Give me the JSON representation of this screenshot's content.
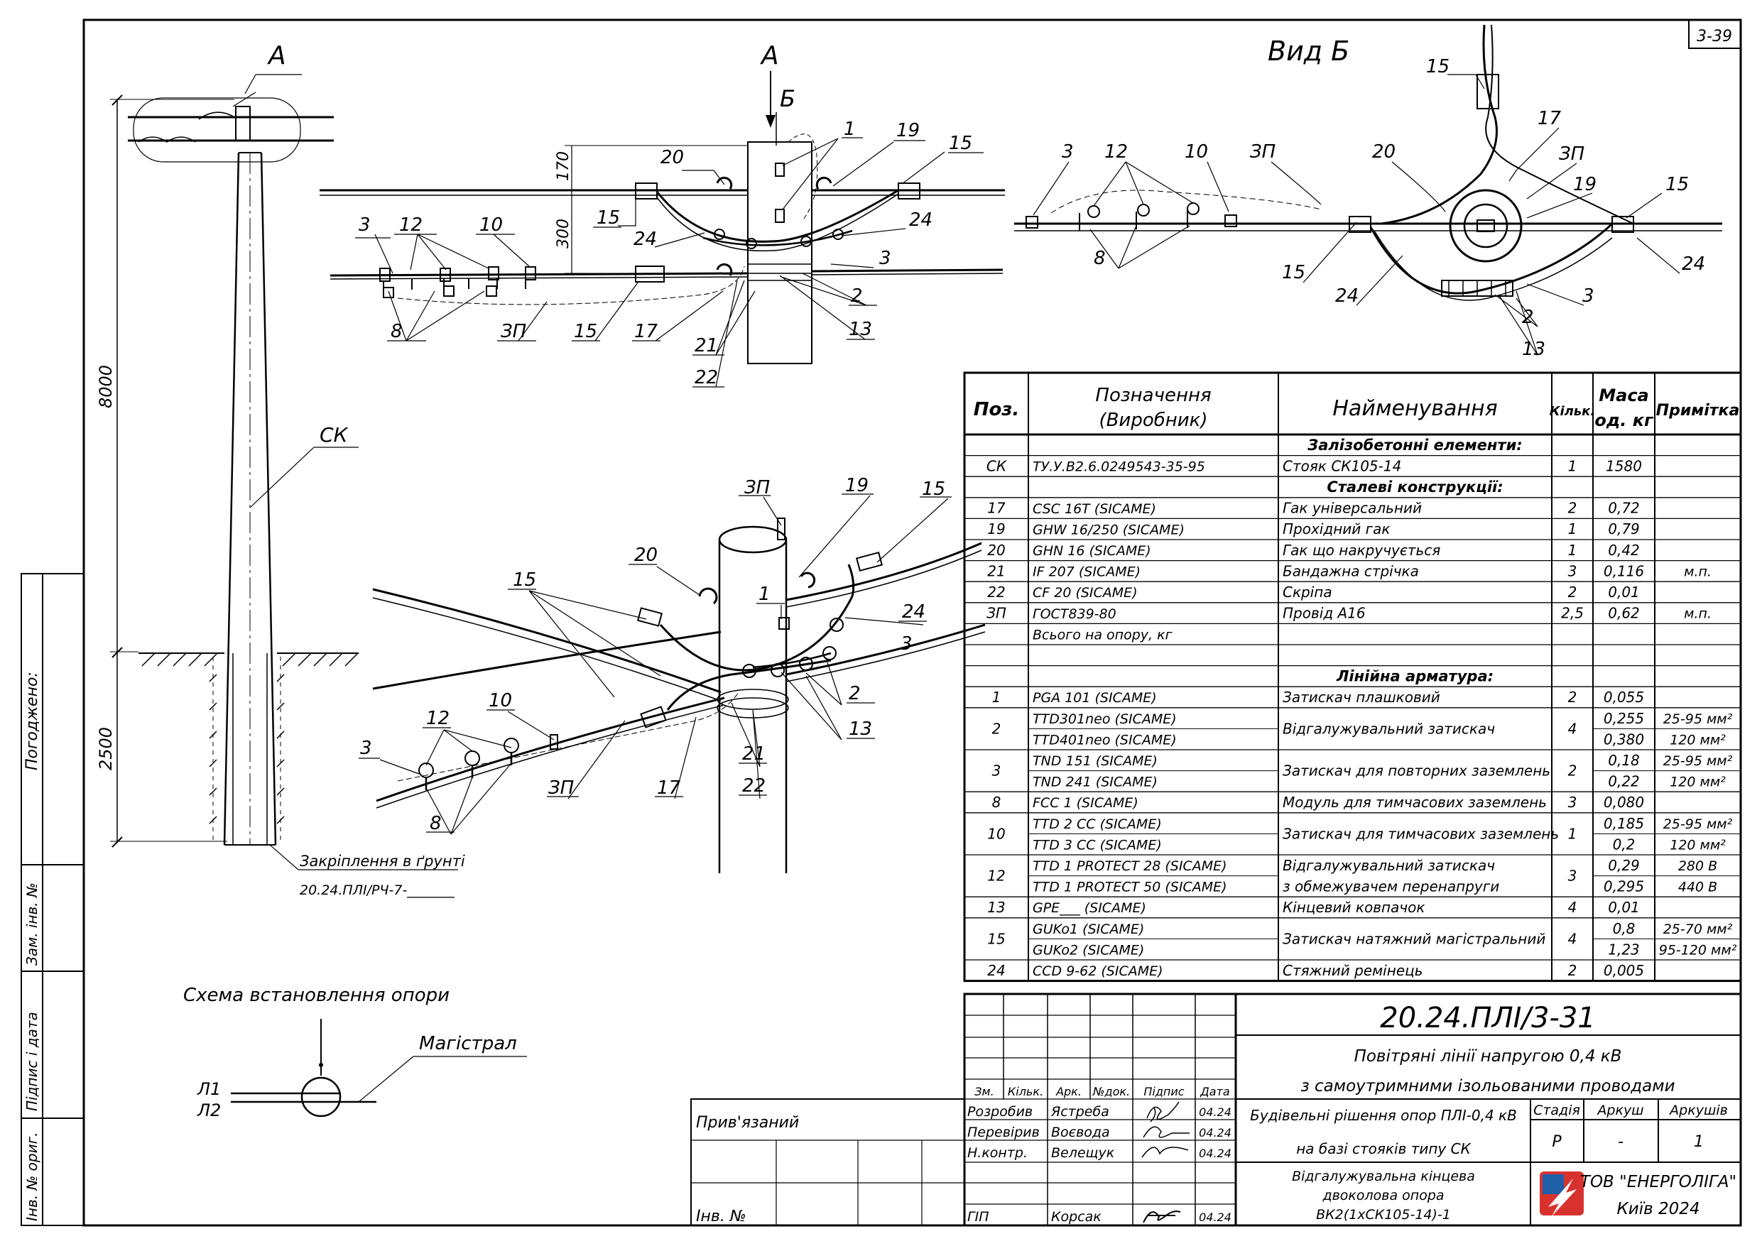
{
  "sheet_code": "3-39",
  "view_labels": {
    "section_a_left": "А",
    "section_a_top": "А",
    "section_b": "Б",
    "view_b_title": "Вид Б"
  },
  "dimensions": {
    "height_above": "8000",
    "height_below": "2500",
    "d170": "170",
    "d300": "300"
  },
  "pole_label": "СК",
  "ground_note": "Закріплення в ґрунті",
  "ground_ref": "20.24.ПЛІ/РЧ-7-_______",
  "callouts_top": [
    "20",
    "1",
    "19",
    "15",
    "15",
    "24",
    "24",
    "3",
    "3",
    "12",
    "10",
    "8",
    "ЗП",
    "15",
    "17",
    "21",
    "2",
    "13",
    "22"
  ],
  "callouts_view_b": [
    "15",
    "17",
    "ЗП",
    "19",
    "15",
    "3",
    "12",
    "10",
    "ЗП",
    "20",
    "8",
    "15",
    "24",
    "24",
    "3",
    "2",
    "13"
  ],
  "callouts_iso": [
    "ЗП",
    "19",
    "15",
    "20",
    "15",
    "1",
    "24",
    "3",
    "2",
    "13",
    "12",
    "10",
    "3",
    "ЗП",
    "17",
    "21",
    "22",
    "8"
  ],
  "scheme": {
    "title": "Схема встановлення опори",
    "mainline": "Магістрал",
    "l1": "Л1",
    "l2": "Л2"
  },
  "left_strip": {
    "agreed": "Погоджено:",
    "replace_inv": "Зам. інв. №",
    "sign_date": "Підпис і дата",
    "orig_inv": "Інв. № ориг."
  },
  "table": {
    "headers": {
      "pos": "Поз.",
      "designation": "Позначення\n(Виробник)",
      "name": "Найменування",
      "qty": "Кільк.",
      "mass": "Маса\nод. кг",
      "note": "Примітка"
    },
    "rows": [
      {
        "type": "section",
        "name": "Залізобетонні елементи:"
      },
      {
        "pos": "СК",
        "des": [
          "ТУ.У.В2.6.0249543-35-95"
        ],
        "name": [
          "Стояк СК105-14"
        ],
        "qty": "1",
        "mass": [
          "1580"
        ],
        "note": [
          ""
        ]
      },
      {
        "type": "section",
        "name": "Сталеві конструкції:"
      },
      {
        "pos": "17",
        "des": [
          "CSC 16T   (SICAME)"
        ],
        "name": [
          "Гак універсальний"
        ],
        "qty": "2",
        "mass": [
          "0,72"
        ],
        "note": [
          ""
        ]
      },
      {
        "pos": "19",
        "des": [
          "GHW 16/250   (SICAME)"
        ],
        "name": [
          "Прохідний гак"
        ],
        "qty": "1",
        "mass": [
          "0,79"
        ],
        "note": [
          ""
        ]
      },
      {
        "pos": "20",
        "des": [
          "GHN 16   (SICAME)"
        ],
        "name": [
          "Гак що накручується"
        ],
        "qty": "1",
        "mass": [
          "0,42"
        ],
        "note": [
          ""
        ]
      },
      {
        "pos": "21",
        "des": [
          "IF 207   (SICAME)"
        ],
        "name": [
          "Бандажна стрічка"
        ],
        "qty": "3",
        "mass": [
          "0,116"
        ],
        "note": [
          "м.п."
        ]
      },
      {
        "pos": "22",
        "des": [
          "CF 20   (SICAME)"
        ],
        "name": [
          "Скріпа"
        ],
        "qty": "2",
        "mass": [
          "0,01"
        ],
        "note": [
          ""
        ]
      },
      {
        "pos": "ЗП",
        "des": [
          "ГОСТ839-80"
        ],
        "name": [
          "Провід А16"
        ],
        "qty": "2,5",
        "mass": [
          "0,62"
        ],
        "note": [
          "м.п."
        ]
      },
      {
        "pos": "",
        "des": [
          "Всього на опору, кг"
        ],
        "name": [
          ""
        ],
        "qty": "",
        "mass": [
          ""
        ],
        "note": [
          ""
        ]
      },
      {
        "pos": "",
        "des": [
          ""
        ],
        "name": [
          ""
        ],
        "qty": "",
        "mass": [
          ""
        ],
        "note": [
          ""
        ]
      },
      {
        "type": "section",
        "name": "Лінійна арматура:"
      },
      {
        "pos": "1",
        "des": [
          "PGA 101   (SICAME)"
        ],
        "name": [
          "Затискач плашковий"
        ],
        "qty": "2",
        "mass": [
          "0,055"
        ],
        "note": [
          ""
        ]
      },
      {
        "pos": "2",
        "des": [
          "TTD301neo   (SICAME)",
          "TTD401neo   (SICAME)"
        ],
        "name": [
          "Відгалужувальний затискач"
        ],
        "qty": "4",
        "mass": [
          "0,255",
          "0,380"
        ],
        "note": [
          "25-95 мм²",
          "120 мм²"
        ]
      },
      {
        "pos": "3",
        "des": [
          "TND 151   (SICAME)",
          "TND 241   (SICAME)"
        ],
        "name": [
          "Затискач для повторних заземлень"
        ],
        "qty": "2",
        "mass": [
          "0,18",
          "0,22"
        ],
        "note": [
          "25-95 мм²",
          "120 мм²"
        ]
      },
      {
        "pos": "8",
        "des": [
          "FCC 1   (SICAME)"
        ],
        "name": [
          "Модуль для тимчасових заземлень"
        ],
        "qty": "3",
        "mass": [
          "0,080"
        ],
        "note": [
          ""
        ]
      },
      {
        "pos": "10",
        "des": [
          "TTD 2 CC   (SICAME)",
          "TTD 3 CC   (SICAME)"
        ],
        "name": [
          "Затискач для тимчасових заземлень"
        ],
        "qty": "1",
        "mass": [
          "0,185",
          "0,2"
        ],
        "note": [
          "25-95 мм²",
          "120 мм²"
        ]
      },
      {
        "pos": "12",
        "des": [
          "TTD 1 PROTECT 28   (SICAME)",
          "TTD 1 PROTECT 50   (SICAME)"
        ],
        "name": [
          "Відгалужувальний затискач",
          "з обмежувачем перенапруги"
        ],
        "qty": "3",
        "mass": [
          "0,29",
          "0,295"
        ],
        "note": [
          "280 В",
          "440 В"
        ]
      },
      {
        "pos": "13",
        "des": [
          "GPE___   (SICAME)"
        ],
        "name": [
          "Кінцевий ковпачок"
        ],
        "qty": "4",
        "mass": [
          "0,01"
        ],
        "note": [
          ""
        ]
      },
      {
        "pos": "15",
        "des": [
          "GUKo1   (SICAME)",
          "GUKo2   (SICAME)"
        ],
        "name": [
          "Затискач натяжний магістральний"
        ],
        "qty": "4",
        "mass": [
          "0,8",
          "1,23"
        ],
        "note": [
          "25-70 мм²",
          "95-120 мм²"
        ]
      },
      {
        "pos": "24",
        "des": [
          "CCD 9-62   (SICAME)"
        ],
        "name": [
          "Стяжний ремінець"
        ],
        "qty": "2",
        "mass": [
          "0,005"
        ],
        "note": [
          ""
        ]
      }
    ]
  },
  "title_block": {
    "doc_code": "20.24.ПЛІ/3-31",
    "title_line1": "Повітряні лінії напругою 0,4 кВ",
    "title_line2": "з самоутримними ізольованими проводами",
    "col_heads": [
      "Зм.",
      "Кільк.",
      "Арк.",
      "№док.",
      "Підпис",
      "Дата"
    ],
    "people": [
      {
        "role": "Розробив",
        "name": "Ястреба",
        "date": "04.24"
      },
      {
        "role": "Перевірив",
        "name": "Воєвода",
        "date": "04.24"
      },
      {
        "role": "Н.контр.",
        "name": "Велещук",
        "date": "04.24"
      },
      {
        "role": "ГІП",
        "name": "Корсак",
        "date": "04.24"
      }
    ],
    "subject_line1": "Будівельні рішення опор ПЛІ-0,4 кВ",
    "subject_line2": "на базі стояків типу СК",
    "stage_head": "Стадія",
    "sheet_head": "Аркуш",
    "sheets_head": "Аркушів",
    "stage": "Р",
    "sheet": "-",
    "sheets": "1",
    "element_line1": "Відгалужувальна кінцева",
    "element_line2": "двоколова опора",
    "element_line3": "ВК2(1хСК105-14)-1",
    "company": "ТОВ \"ЕНЕРГОЛІГА\"",
    "city_year": "Київ 2024",
    "bound": "Прив'язаний",
    "inv": "Інв. №"
  }
}
